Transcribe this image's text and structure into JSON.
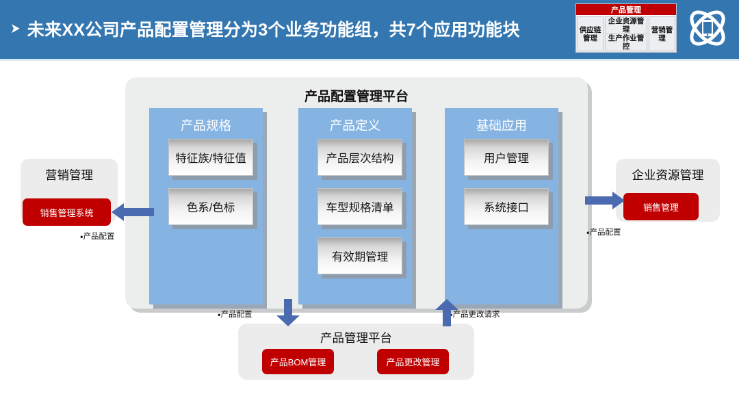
{
  "header": {
    "bullet": "➤",
    "title": "未来XX公司产品配置管理分为3个业务功能组，共7个应用功能块",
    "bg_color": "#3477b0",
    "logo_name": "atom-tablet-logo"
  },
  "nav_table": {
    "head": "产品管理",
    "head_color": "#c00000",
    "left": "供应链管理",
    "mid_top": "企业资源管理",
    "mid_bottom": "生产作业管控",
    "right": "营销管理"
  },
  "platform": {
    "title": "产品配置管理平台",
    "group_color": "#85b4e3",
    "groups": [
      {
        "title": "产品规格",
        "tiles": [
          "特征族/特征值",
          "色系/色标"
        ]
      },
      {
        "title": "产品定义",
        "tiles": [
          "产品层次结构",
          "车型规格清单",
          "有效期管理"
        ]
      },
      {
        "title": "基础应用",
        "tiles": [
          "用户管理",
          "系统接口"
        ]
      }
    ]
  },
  "left_box": {
    "title": "营销管理",
    "button": "销售管理系统",
    "flow_label": "产品配置"
  },
  "right_box": {
    "title": "企业资源管理",
    "button": "销售管理",
    "flow_label": "产品配置"
  },
  "bottom_box": {
    "title": "产品管理平台",
    "buttons": [
      "产品BOM管理",
      "产品更改管理"
    ],
    "left_flow_label": "产品配置",
    "right_flow_label": "产品更改请求"
  },
  "colors": {
    "red": "#c00000",
    "arrow_blue": "#4a6bb0",
    "header_blue": "#3477b0",
    "group_blue": "#85b4e3"
  }
}
